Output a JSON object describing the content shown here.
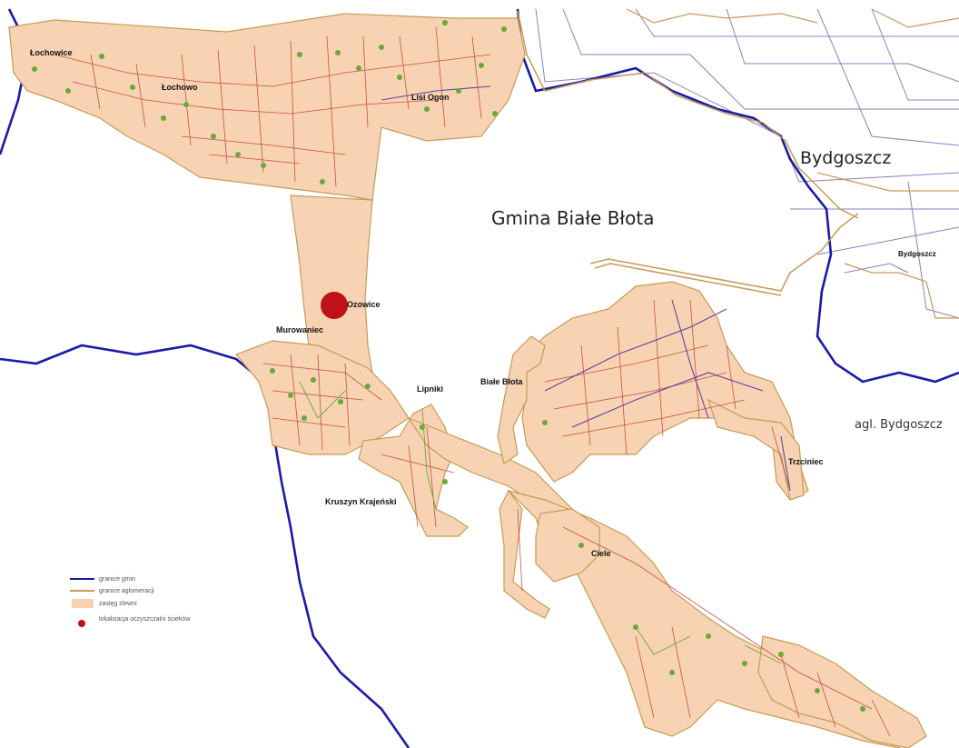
{
  "map": {
    "labels": {
      "gmina": "Gmina Białe Błota",
      "bydgoszcz": "Bydgoszcz",
      "bydgoszcz_small": "Bydgoszcz",
      "agl": "agl. Bydgoszcz",
      "lochowice": "Łochowice",
      "lochowo": "Łochowo",
      "lisi_ogon": "Lisi Ogon",
      "ozowice": "Ozowice",
      "murowaniec": "Murowaniec",
      "lipniki": "Lipniki",
      "biale_blota": "Białe Błota",
      "trzeciewiec": "Trzciniec",
      "kruszyn": "Kruszyn Krajeński",
      "ciele": "Ciele"
    },
    "legend": {
      "items": [
        {
          "label": "granice gmin",
          "color": "#1a1aa8",
          "kind": "line"
        },
        {
          "label": "granice aglomeracji",
          "color": "#c79a55",
          "kind": "line"
        },
        {
          "label": "zasięg zlewni",
          "color": "#f7d3b3",
          "kind": "area"
        },
        {
          "label": "lokalizacja oczyszczalni ścieków",
          "color": "#c0101a",
          "kind": "dot"
        }
      ]
    },
    "colors": {
      "gmina_border": "#1a1aa8",
      "aglomeracja": "#c79a55",
      "zlewnia": "#f7d3b3",
      "sewer_red": "#c0392b",
      "sewer_purple": "#6a3fa0",
      "pump_green": "#6aa83a",
      "plant": "#c0101a"
    }
  }
}
